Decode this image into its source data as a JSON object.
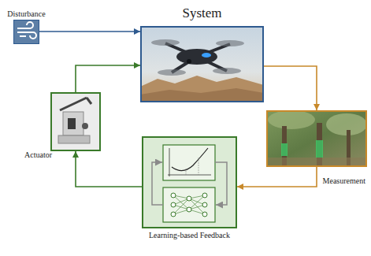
{
  "diagram": {
    "nodes": [
      {
        "text": [
          "Disturbance"
        ]
      },
      {
        "text": [
          "System"
        ]
      },
      {
        "text": [
          "Measurement"
        ]
      },
      {
        "text": [
          "Learning-based Feedback"
        ]
      },
      {
        "text": [
          "Actuator"
        ]
      }
    ],
    "edges": [
      {
        "from": 0,
        "to": 1,
        "arrow": "to"
      },
      {
        "from": 1,
        "to": 2,
        "arrow": "to"
      },
      {
        "from": 2,
        "to": 3,
        "arrow": "to"
      },
      {
        "from": 3,
        "to": 4,
        "arrow": "to"
      },
      {
        "from": 4,
        "to": 1,
        "arrow": "to"
      }
    ]
  }
}
